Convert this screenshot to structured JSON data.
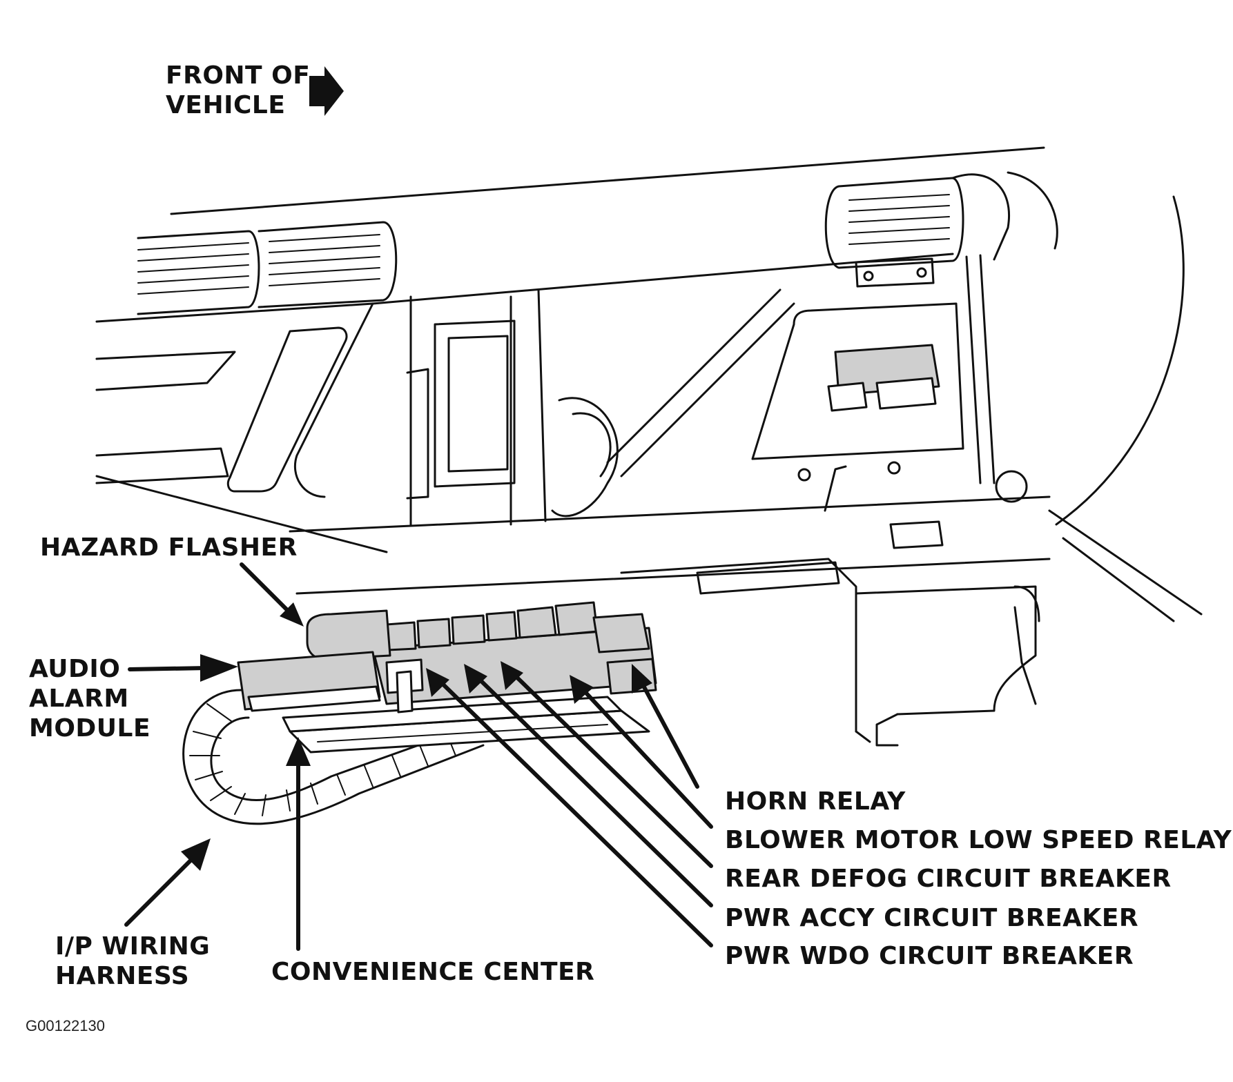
{
  "orientation": {
    "line1": "FRONT OF",
    "line2": "VEHICLE",
    "arrow_icon": "right-arrow-icon"
  },
  "labels": {
    "hazard_flasher": "HAZARD FLASHER",
    "audio_alarm_module": [
      "AUDIO",
      "ALARM",
      "MODULE"
    ],
    "ip_wiring_harness": [
      "I/P WIRING",
      "HARNESS"
    ],
    "convenience_center": "CONVENIENCE CENTER",
    "horn_relay": "HORN RELAY",
    "blower_motor_low_speed_relay": "BLOWER MOTOR LOW SPEED RELAY",
    "rear_defog_circuit_breaker": "REAR DEFOG CIRCUIT BREAKER",
    "pwr_accy_circuit_breaker": "PWR ACCY CIRCUIT BREAKER",
    "pwr_wdo_circuit_breaker": "PWR WDO CIRCUIT BREAKER"
  },
  "figure_id": "G00122130",
  "colors": {
    "ink": "#111111",
    "component_fill": "#cfcfcf",
    "background": "#ffffff"
  }
}
